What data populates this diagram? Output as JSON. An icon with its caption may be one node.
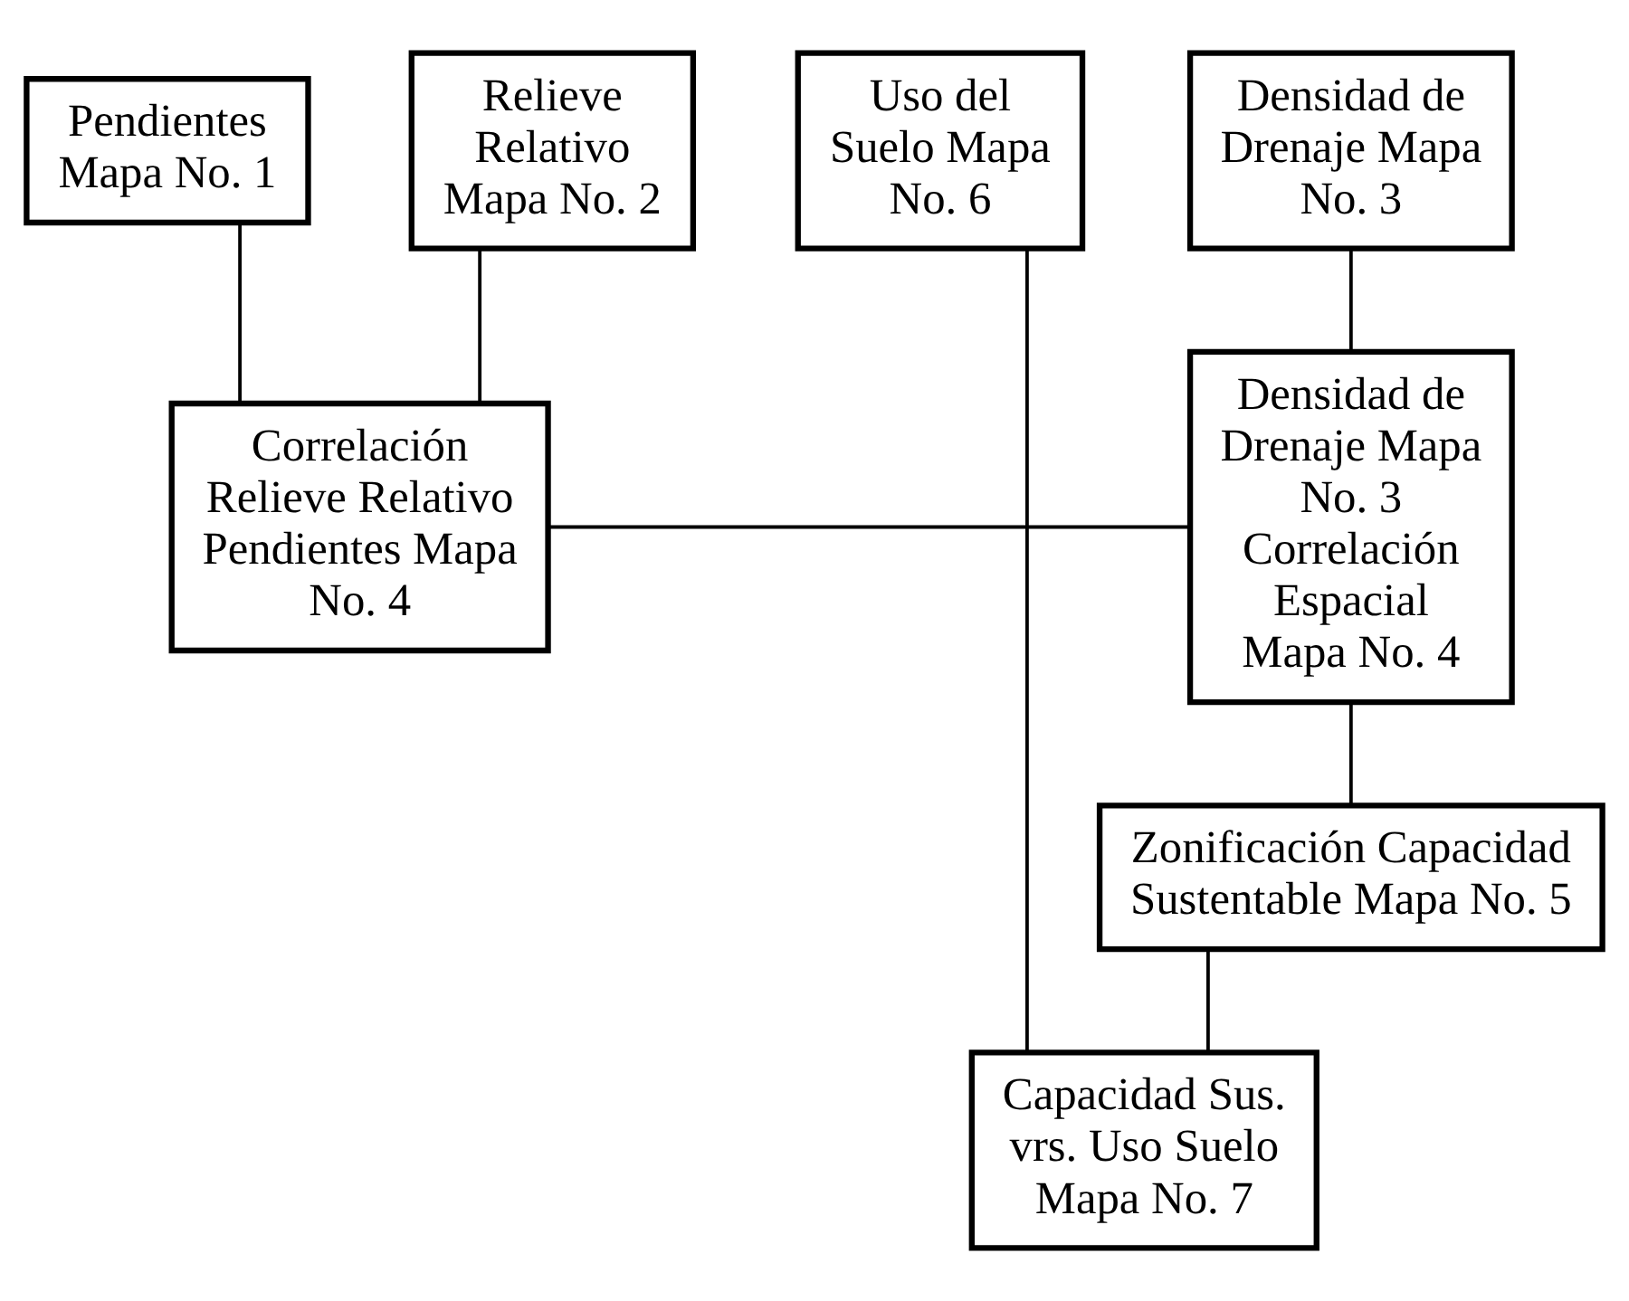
{
  "diagram": {
    "nodes": [
      {
        "text": [
          "Pendientes Mapa No. 1"
        ]
      },
      {
        "text": [
          "Relieve Relativo Mapa No. 2"
        ]
      },
      {
        "text": [
          "Densidad de Drenaje Mapa No. 3"
        ]
      },
      {
        "text": [
          "Uso del Suelo Mapa No. 6"
        ]
      },
      {
        "text": [
          "Correlación Relieve Relativo Pendientes Mapa No. 4"
        ]
      },
      {
        "text": [
          "Densidad de Drenaje Mapa No. 3 Correlación Espacial Mapa No. 4"
        ]
      },
      {
        "text": [
          "Zonificación Capacidad Sustentable Mapa No. 5"
        ]
      },
      {
        "text": [
          "Capacidad Sus. vrs. Uso Suelo Mapa No. 7"
        ]
      }
    ],
    "edges": [
      {
        "from": 0,
        "to": 4,
        "arrow": "none"
      },
      {
        "from": 1,
        "to": 4,
        "arrow": "none"
      },
      {
        "from": 2,
        "to": 5,
        "arrow": "none"
      },
      {
        "from": 4,
        "to": 5,
        "arrow": "none"
      },
      {
        "from": 5,
        "to": 6,
        "arrow": "none"
      },
      {
        "from": 3,
        "to": 7,
        "arrow": "none"
      },
      {
        "from": 6,
        "to": 7,
        "arrow": "none"
      }
    ]
  }
}
